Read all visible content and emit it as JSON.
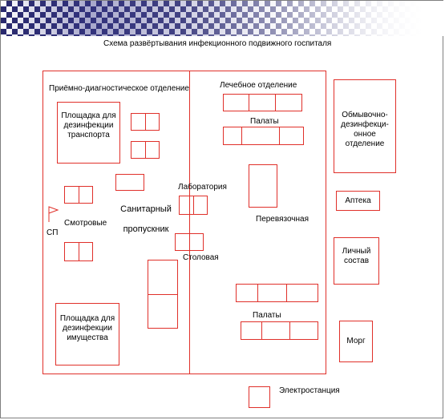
{
  "title": "Схема развёртывания инфекционного подвижного госпиталя",
  "labels": {
    "reception": "Приёмно-диагностическое отделение",
    "transport_pad": "Площадка для дезинфекции транспорта",
    "sanitary": "Санитарный пропускник",
    "exam_rooms": "Смотровые",
    "sp": "СП",
    "laboratory": "Лаборатория",
    "canteen": "Столовая",
    "property_pad": "Площадка для дезинфекции имущества",
    "treatment": "Лечебное отделение",
    "wards_top": "Палаты",
    "dressing": "Перевязочная",
    "wards_bottom": "Палаты",
    "wash_disinfect": "Обмывочно-дезинфекци-онное отделение",
    "pharmacy": "Аптека",
    "staff": "Личный состав",
    "morgue": "Морг",
    "power": "Электростанция"
  },
  "colors": {
    "outline": "#e0302a",
    "text": "#000000",
    "banner": "#2a2a6e"
  }
}
